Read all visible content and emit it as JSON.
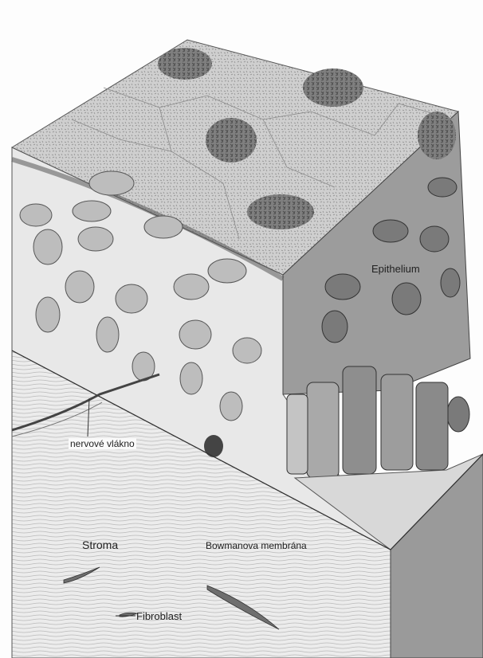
{
  "labels": {
    "epithelium": "Epithelium",
    "nerve_fiber": "nervové vlákno",
    "stroma": "Stroma",
    "bowman_membrane": "Bowmanova  membrána",
    "fibroblast": "Fibroblast"
  },
  "colors": {
    "paper": "#fdfdfd",
    "top_surface": "#c9c9c9",
    "side_face": "#e4e4e4",
    "cut_face": "#8a8a8a",
    "nucleus": "#b8b8b8",
    "ink": "#3a3a3a"
  }
}
